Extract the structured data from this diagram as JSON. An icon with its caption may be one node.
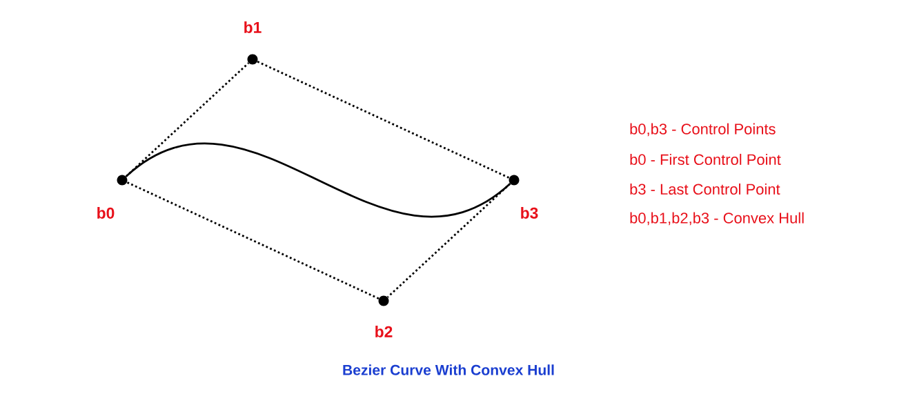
{
  "diagram": {
    "caption": "Bezier Curve With Convex Hull",
    "nodes": [
      {
        "text": [],
        "shape": "circle",
        "beside": [
          "b0"
        ]
      },
      {
        "text": [],
        "shape": "circle",
        "beside": [
          "b1"
        ]
      },
      {
        "text": [],
        "shape": "circle",
        "beside": [
          "b2"
        ]
      },
      {
        "text": [],
        "shape": "circle",
        "beside": [
          "b3"
        ]
      }
    ],
    "edges": [
      {
        "from": 0,
        "to": 1,
        "arrow": "none",
        "style": "dashed"
      },
      {
        "from": 1,
        "to": 3,
        "arrow": "none",
        "style": "dashed"
      },
      {
        "from": 3,
        "to": 2,
        "arrow": "none",
        "style": "dashed"
      },
      {
        "from": 2,
        "to": 0,
        "arrow": "none",
        "style": "dashed"
      },
      {
        "from": 0,
        "to": 3,
        "arrow": "none"
      }
    ],
    "labels": [
      "b0,b3 - Control Points",
      "b0 - First Control Point",
      "b3 - Last Control Point",
      "b0,b1,b2,b3 - Convex Hull"
    ]
  }
}
